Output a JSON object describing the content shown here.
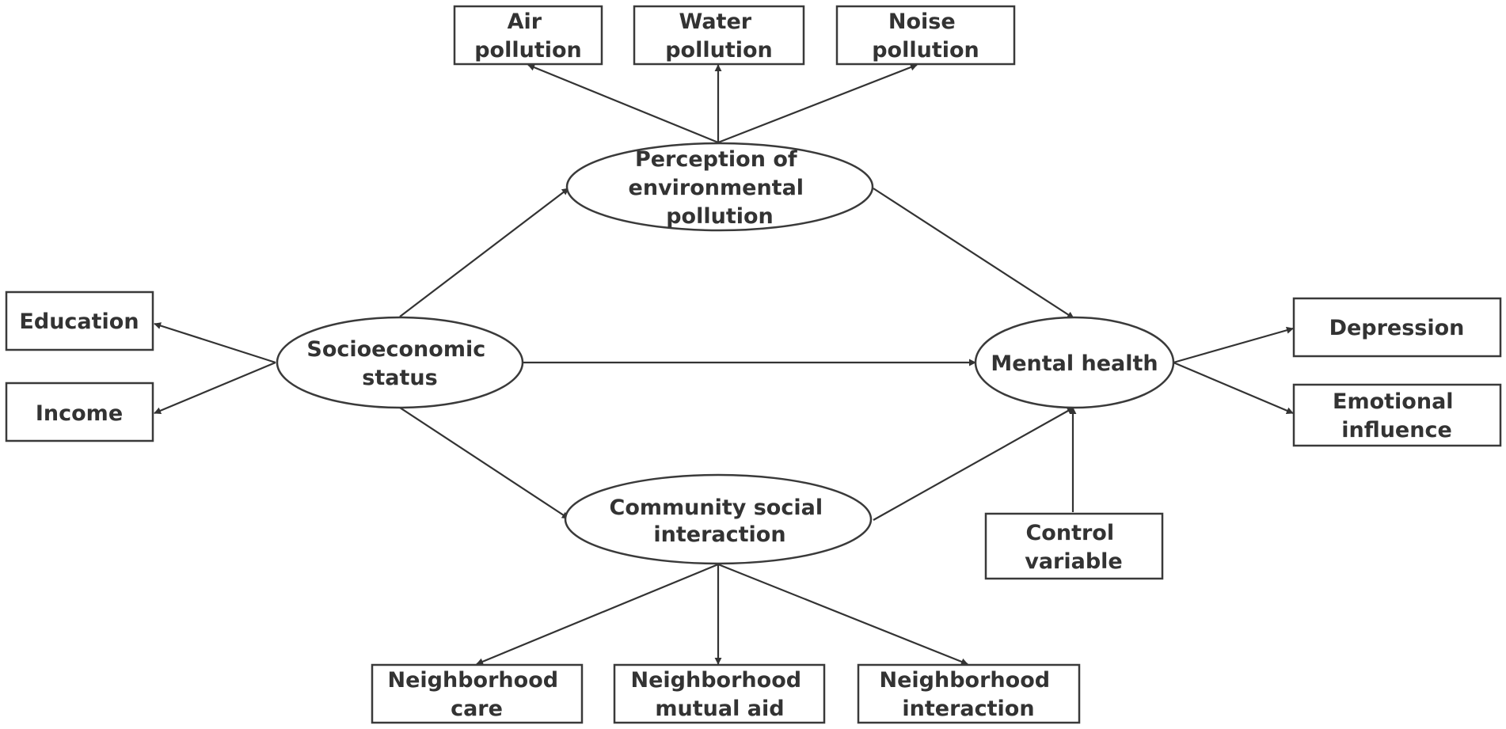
{
  "colors": {
    "stroke": "#3a3a3a",
    "text": "#333333",
    "background": "#ffffff"
  },
  "nodes": {
    "air_pollution": [
      "Air",
      "pollution"
    ],
    "water_pollution": [
      "Water",
      "pollution"
    ],
    "noise_pollution": [
      "Noise",
      "pollution"
    ],
    "perception": [
      "Perception of",
      "environmental",
      "pollution"
    ],
    "education": [
      "Education"
    ],
    "income": [
      "Income"
    ],
    "socioeconomic": [
      "Socioeconomic",
      "status"
    ],
    "mental_health": [
      "Mental health"
    ],
    "depression": [
      "Depression"
    ],
    "emotional_influence": [
      "Emotional",
      "influence"
    ],
    "community": [
      "Community social",
      "interaction"
    ],
    "control_variable": [
      "Control",
      "variable"
    ],
    "neighborhood_care": [
      "Neighborhood",
      "care"
    ],
    "neighborhood_mutual_aid": [
      "Neighborhood",
      "mutual aid"
    ],
    "neighborhood_interaction": [
      "Neighborhood",
      "interaction"
    ]
  }
}
